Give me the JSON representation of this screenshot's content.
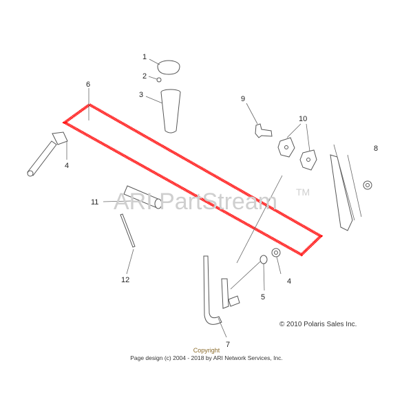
{
  "diagram": {
    "watermark": "ARI PartStream",
    "watermark_tm": "TM",
    "highlight_color": "#ff0000",
    "callouts": {
      "c1": "1",
      "c2": "2",
      "c3": "3",
      "c4a": "4",
      "c4b": "4",
      "c5": "5",
      "c6": "6",
      "c7": "7",
      "c8": "8",
      "c9": "9",
      "c10": "10",
      "c11": "11",
      "c12": "12"
    },
    "copyright_polaris": "© 2010 Polaris Sales Inc."
  },
  "footer": {
    "copyright_label": "Copyright",
    "page_design": "Page design (c) 2004 - 2018 by ARI Network Services, Inc."
  }
}
